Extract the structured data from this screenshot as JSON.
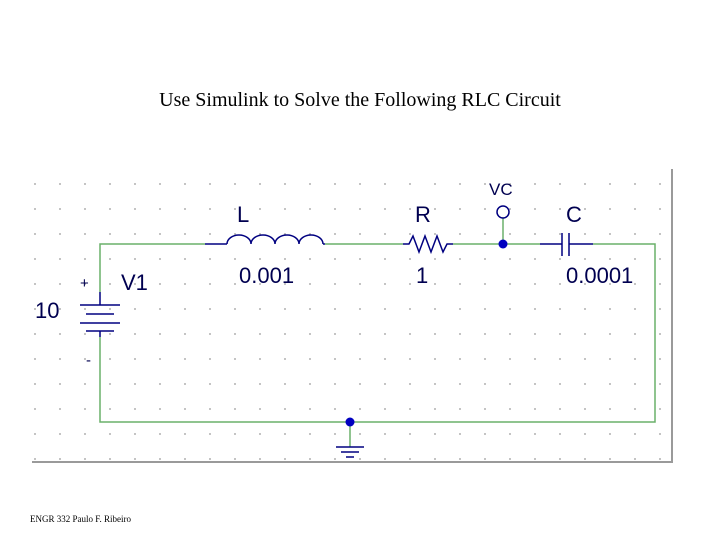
{
  "slide": {
    "title": "Use Simulink to Solve the Following RLC Circuit",
    "footer": "ENGR 332 Paulo F. Ribeiro"
  },
  "circuit": {
    "wire_color": "#6ab06a",
    "component_color": "#000080",
    "node_color": "#0000c0",
    "label_color": "#000050",
    "source": {
      "name": "V1",
      "value": "10",
      "plus": "+",
      "minus": "-"
    },
    "inductor": {
      "name": "L",
      "value": "0.001"
    },
    "resistor": {
      "name": "R",
      "value": "1"
    },
    "capacitor": {
      "name": "C",
      "value": "0.0001"
    },
    "probe": {
      "name": "VC"
    }
  }
}
